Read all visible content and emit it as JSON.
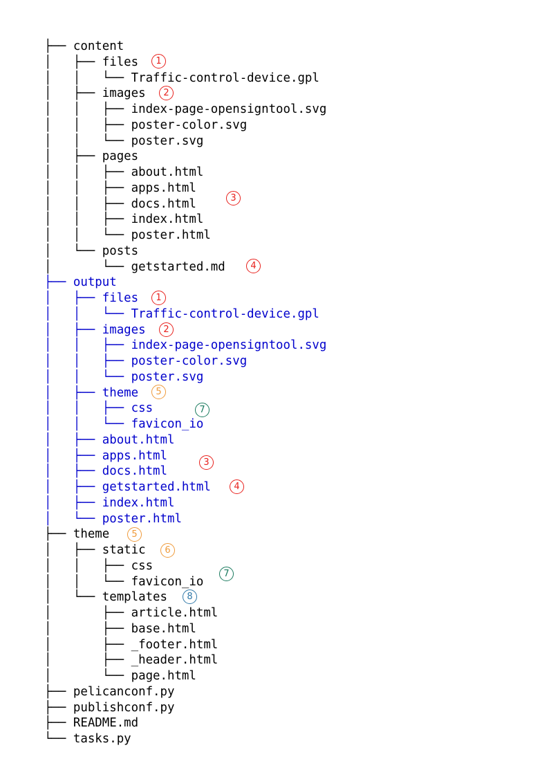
{
  "colors": {
    "normal": "#000000",
    "output": "#0000cc",
    "red": "#e8201c",
    "orange": "#ef9a3a",
    "green": "#1a7a5e",
    "blue": "#2f78a8"
  },
  "lines": [
    {
      "text": "├── content",
      "style": "black"
    },
    {
      "text": "│   ├── files",
      "style": "black"
    },
    {
      "text": "│   │   └── Traffic-control-device.gpl",
      "style": "black"
    },
    {
      "text": "│   ├── images",
      "style": "black"
    },
    {
      "text": "│   │   ├── index-page-opensigntool.svg",
      "style": "black"
    },
    {
      "text": "│   │   ├── poster-color.svg",
      "style": "black"
    },
    {
      "text": "│   │   └── poster.svg",
      "style": "black"
    },
    {
      "text": "│   ├── pages",
      "style": "black"
    },
    {
      "text": "│   │   ├── about.html",
      "style": "black"
    },
    {
      "text": "│   │   ├── apps.html",
      "style": "black"
    },
    {
      "text": "│   │   ├── docs.html",
      "style": "black"
    },
    {
      "text": "│   │   ├── index.html",
      "style": "black"
    },
    {
      "text": "│   │   └── poster.html",
      "style": "black"
    },
    {
      "text": "│   └── posts",
      "style": "black"
    },
    {
      "text": "│       └── getstarted.md",
      "style": "black"
    },
    {
      "text": "├── output",
      "style": "blue"
    },
    {
      "text": "│   ├── files",
      "style": "blue"
    },
    {
      "text": "│   │   └── Traffic-control-device.gpl",
      "style": "blue"
    },
    {
      "text": "│   ├── images",
      "style": "blue"
    },
    {
      "text": "│   │   ├── index-page-opensigntool.svg",
      "style": "blue"
    },
    {
      "text": "│   │   ├── poster-color.svg",
      "style": "blue"
    },
    {
      "text": "│   │   └── poster.svg",
      "style": "blue"
    },
    {
      "text": "│   ├── theme",
      "style": "blue"
    },
    {
      "text": "│   │   ├── css",
      "style": "blue"
    },
    {
      "text": "│   │   └── favicon_io",
      "style": "blue"
    },
    {
      "text": "│   ├── about.html",
      "style": "blue"
    },
    {
      "text": "│   ├── apps.html",
      "style": "blue"
    },
    {
      "text": "│   ├── docs.html",
      "style": "blue"
    },
    {
      "text": "│   ├── getstarted.html",
      "style": "blue"
    },
    {
      "text": "│   ├── index.html",
      "style": "blue"
    },
    {
      "text": "│   └── poster.html",
      "style": "blue"
    },
    {
      "text": "├── theme",
      "style": "black"
    },
    {
      "text": "│   ├── static",
      "style": "black"
    },
    {
      "text": "│   │   ├── css",
      "style": "black"
    },
    {
      "text": "│   │   └── favicon_io",
      "style": "black"
    },
    {
      "text": "│   └── templates",
      "style": "black"
    },
    {
      "text": "│       ├── article.html",
      "style": "black"
    },
    {
      "text": "│       ├── base.html",
      "style": "black"
    },
    {
      "text": "│       ├── _footer.html",
      "style": "black"
    },
    {
      "text": "│       ├── _header.html",
      "style": "black"
    },
    {
      "text": "│       └── page.html",
      "style": "black"
    },
    {
      "text": "├── pelicanconf.py",
      "style": "black"
    },
    {
      "text": "├── publishconf.py",
      "style": "black"
    },
    {
      "text": "├── README.md",
      "style": "black"
    },
    {
      "text": "└── tasks.py",
      "style": "black"
    }
  ],
  "badges": [
    {
      "number": "1",
      "color": "red"
    },
    {
      "number": "2",
      "color": "red"
    },
    {
      "number": "3",
      "color": "red"
    },
    {
      "number": "4",
      "color": "red"
    },
    {
      "number": "1",
      "color": "red"
    },
    {
      "number": "2",
      "color": "red"
    },
    {
      "number": "5",
      "color": "orange"
    },
    {
      "number": "7",
      "color": "green"
    },
    {
      "number": "3",
      "color": "red"
    },
    {
      "number": "4",
      "color": "red"
    },
    {
      "number": "5",
      "color": "orange"
    },
    {
      "number": "6",
      "color": "orange"
    },
    {
      "number": "7",
      "color": "green"
    },
    {
      "number": "8",
      "color": "blue"
    }
  ]
}
